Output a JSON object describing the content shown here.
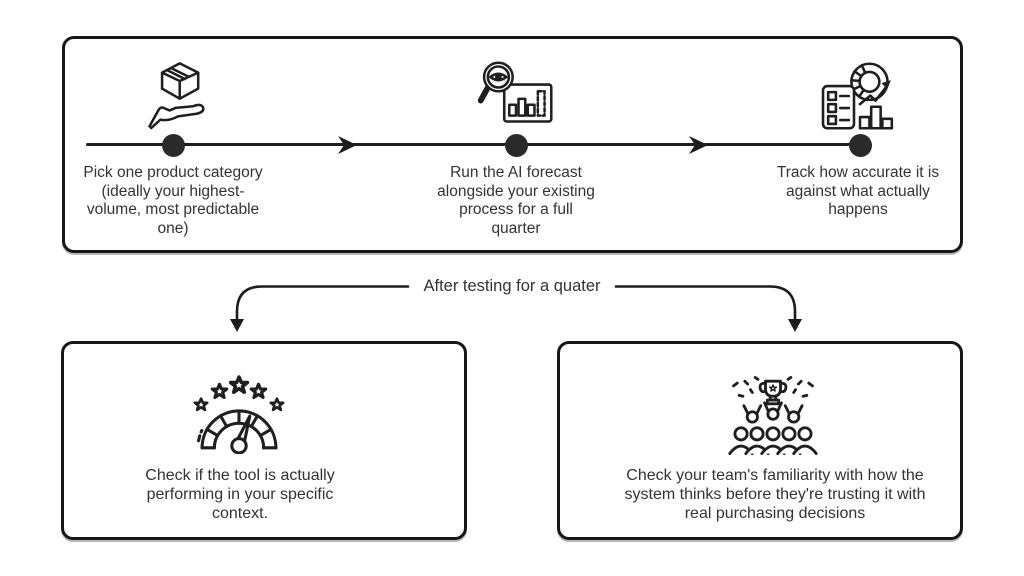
{
  "colors": {
    "background": "#ffffff",
    "ink": "#1f1f1f",
    "text": "#333333",
    "dot": "#2a2a2a"
  },
  "top_panel": {
    "steps": [
      {
        "icon": "package-in-hand-icon",
        "caption": "Pick one product category (ideally your highest-volume, most predictable one)"
      },
      {
        "icon": "magnifier-eye-chart-icon",
        "caption": "Run the AI forecast alongside your existing process for a full quarter"
      },
      {
        "icon": "accuracy-tracking-chart-icon",
        "caption": "Track how accurate it is against what actually happens"
      }
    ]
  },
  "connector": {
    "label": "After testing for a quater"
  },
  "bottom_panels": [
    {
      "icon": "gauge-rating-icon",
      "caption": "Check if the tool is actually performing in your specific context."
    },
    {
      "icon": "team-celebration-trophy-icon",
      "caption": "Check your team's familiarity with how the system thinks before they're trusting it with real purchasing decisions"
    }
  ]
}
